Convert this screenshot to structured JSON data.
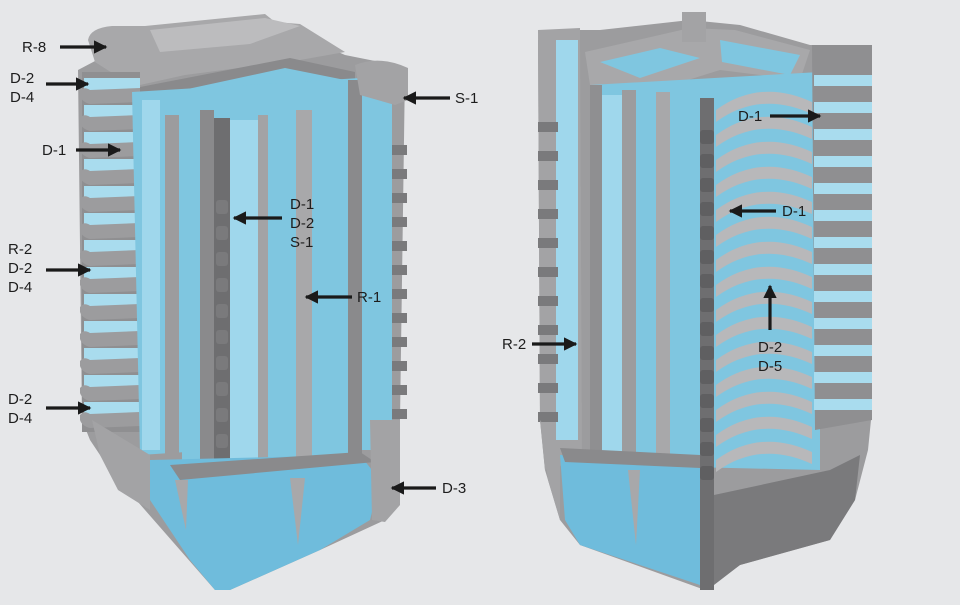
{
  "colors": {
    "background": "#e6e7e9",
    "metal": "#9c9c9e",
    "metal_light": "#b8b8ba",
    "metal_dark": "#7a7a7c",
    "cavity": "#7fc6e0",
    "cavity_light": "#a9dcee",
    "cavity_dark": "#5fb0d2",
    "arrow": "#1a1a1a"
  },
  "left_view": {
    "labels": {
      "r8": "R-8",
      "d2d4_top_1": "D-2",
      "d2d4_top_2": "D-4",
      "d1_upper": "D-1",
      "r2d2d4_1": "R-2",
      "r2d2d4_2": "D-2",
      "r2d2d4_3": "D-4",
      "d2d4_low_1": "D-2",
      "d2d4_low_2": "D-4",
      "s1": "S-1",
      "inner_1": "D-1",
      "inner_2": "D-2",
      "inner_3": "S-1",
      "r1": "R-1",
      "d3": "D-3"
    }
  },
  "right_view": {
    "labels": {
      "d1_top": "D-1",
      "d1_mid": "D-1",
      "r2": "R-2",
      "d2d5_1": "D-2",
      "d2d5_2": "D-5"
    }
  }
}
